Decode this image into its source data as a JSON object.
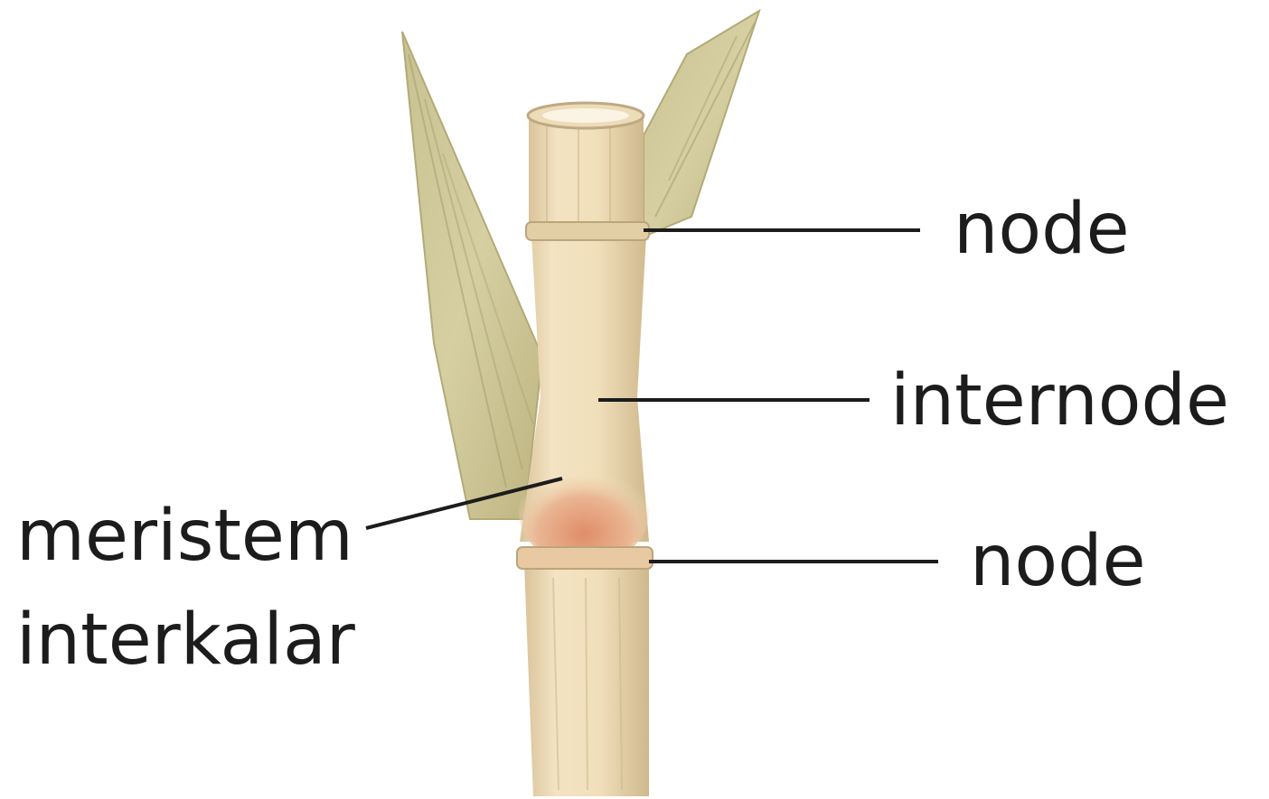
{
  "labels": {
    "node_top": "node",
    "internode": "internode",
    "node_bottom": "node",
    "meristem_line1": "meristem",
    "meristem_line2": "interkalar"
  },
  "colors": {
    "stem": "#f1dfbb",
    "stem_shade": "#d8c196",
    "leaf": "#cfc89a",
    "leaf_vein": "#a9a270",
    "meristem": "#e29d7a",
    "line": "#1c1c1c"
  }
}
